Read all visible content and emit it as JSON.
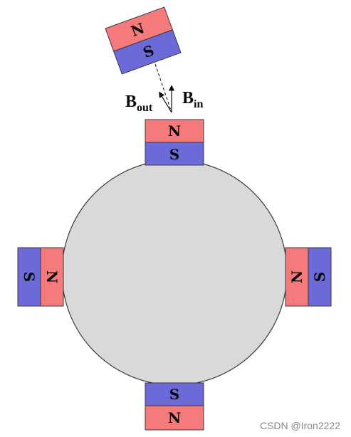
{
  "colors": {
    "north": "#f47a7c",
    "south": "#6c6ad8",
    "disk": "#d9d9d9",
    "outline": "#3a3a3a",
    "text": "#0a0a0a",
    "watermark": "#8a8a8a"
  },
  "magnets": {
    "top": {
      "north": "N",
      "south": "S"
    },
    "left": {
      "north": "N",
      "south": "S"
    },
    "right": {
      "north": "N",
      "south": "S"
    },
    "bottom": {
      "north": "N",
      "south": "S"
    },
    "floating": {
      "north": "N",
      "south": "S"
    }
  },
  "vectors": {
    "b_out": {
      "base": "B",
      "sub": "out"
    },
    "b_in": {
      "base": "B",
      "sub": "in"
    }
  },
  "watermark": "CSDN @Iron2222"
}
